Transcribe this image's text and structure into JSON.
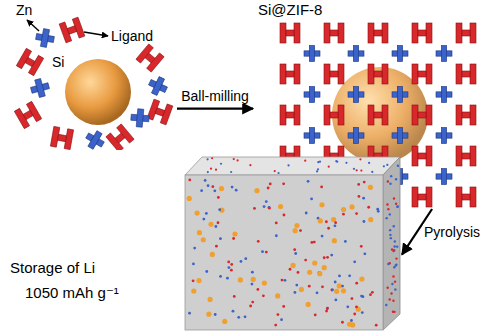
{
  "diagram": {
    "nodes": [
      {
        "text": [
          "Si"
        ]
      },
      {
        "text": [
          "Si@ZIF-8"
        ]
      },
      {
        "text": [
          "Storage of Li",
          "1050 mAh g⁻¹"
        ]
      }
    ],
    "edges": [
      {
        "from": 0,
        "to": 1,
        "label": "Ball-milling",
        "arrow": "to"
      },
      {
        "from": 1,
        "to": 2,
        "label": "Pyrolysis",
        "arrow": "to"
      }
    ],
    "labels": [
      "Zn",
      "Ligand"
    ]
  }
}
